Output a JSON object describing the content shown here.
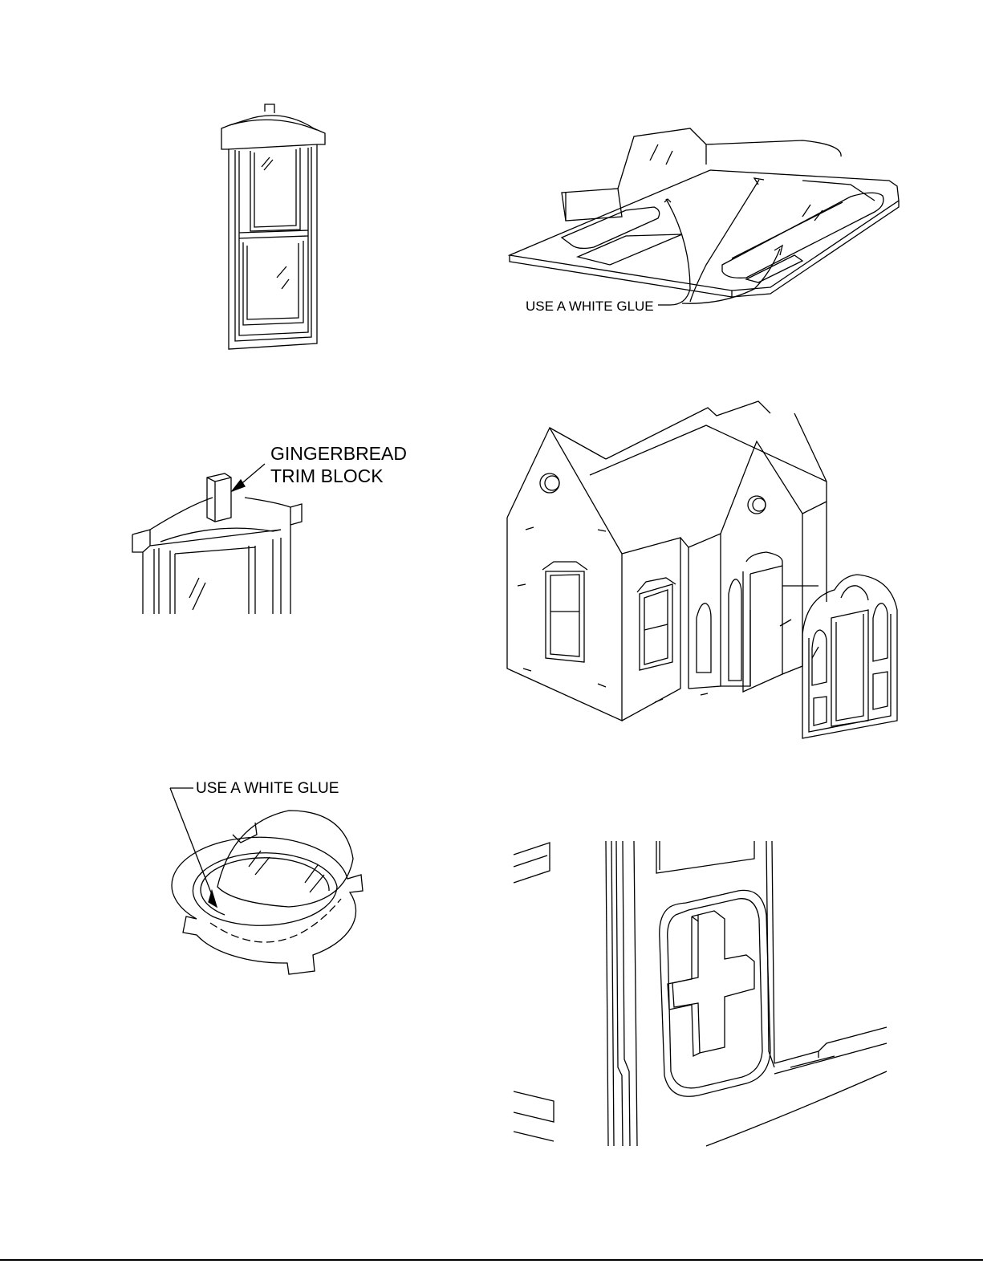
{
  "figures": {
    "window_sash": {},
    "skylight_roof": {
      "callout": "USE A WHITE GLUE"
    },
    "gingerbread_detail": {
      "callout_line1": "GINGERBREAD",
      "callout_line2": "TRIM BLOCK"
    },
    "cottage_assembly": {},
    "round_window": {
      "callout": "USE A WHITE GLUE"
    },
    "cross_cutout_detail": {}
  },
  "colors": {
    "line": "#000000",
    "background": "#ffffff"
  }
}
